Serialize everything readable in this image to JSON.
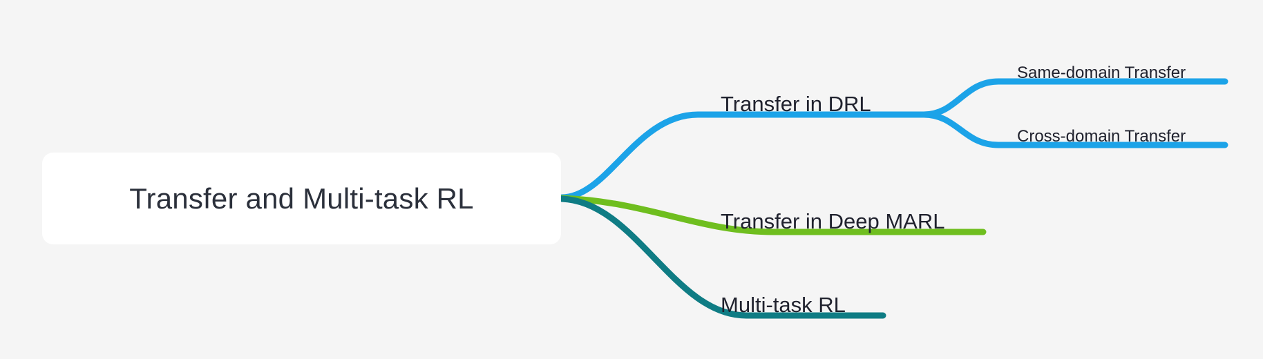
{
  "diagram": {
    "type": "mindmap",
    "background_color": "#f5f5f5",
    "root": {
      "label": "Transfer and Multi-task RL",
      "text_color": "#2b303b",
      "fill_color": "#ffffff"
    },
    "branches": [
      {
        "id": "transfer-in-drl",
        "label": "Transfer in DRL",
        "color": "#1ca3e8",
        "children": [
          {
            "id": "same-domain-transfer",
            "label": "Same-domain Transfer",
            "color": "#1ca3e8"
          },
          {
            "id": "cross-domain-transfer",
            "label": "Cross-domain Transfer",
            "color": "#1ca3e8"
          }
        ]
      },
      {
        "id": "transfer-in-deep-marl",
        "label": "Transfer in Deep MARL",
        "color": "#6fbe1f",
        "children": []
      },
      {
        "id": "multi-task-rl",
        "label": "Multi-task RL",
        "color": "#0f7c84",
        "children": []
      }
    ],
    "palette": {
      "blue": "#1ca3e8",
      "green": "#6fbe1f",
      "teal": "#0f7c84",
      "text": "#20222e",
      "root_text": "#2b303b",
      "node_fill": "#ffffff",
      "canvas": "#f5f5f5"
    }
  }
}
